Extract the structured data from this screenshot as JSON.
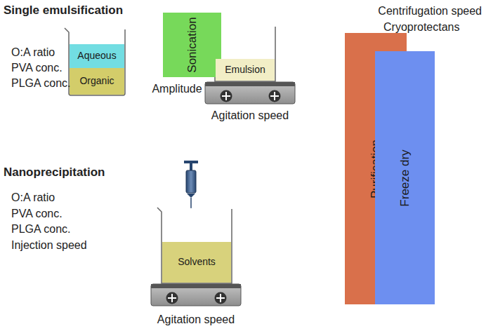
{
  "diagram": {
    "nodes": [
      {
        "text": [
          "Aqueous"
        ]
      },
      {
        "text": [
          "Organic"
        ]
      },
      {
        "text": [
          "Sonication"
        ]
      },
      {
        "text": [
          "Emulsion"
        ]
      },
      {
        "text": [
          "Purification"
        ]
      },
      {
        "text": [
          "Freeze dry"
        ]
      },
      {
        "text": [
          "Solvents"
        ]
      }
    ],
    "labels": [
      "Single emulsification",
      "O:A ratio",
      "PVA conc.",
      "PLGA conc.",
      "Amplitude",
      "Agitation speed",
      "Centrifugation speed",
      "Cryoprotectans",
      "Nanoprecipitation",
      "O:A ratio",
      "PVA conc.",
      "PLGA conc.",
      "Injection speed",
      "Agitation speed"
    ]
  }
}
